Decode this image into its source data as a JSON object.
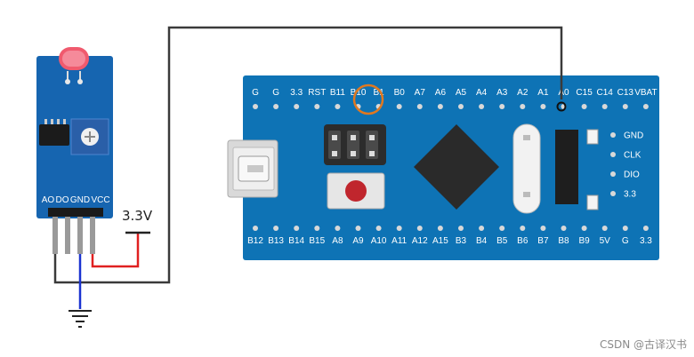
{
  "sensor_module": {
    "pin_labels": [
      "AO",
      "DO",
      "GND",
      "VCC"
    ]
  },
  "supply_label": "3.3V",
  "board": {
    "top_pins": [
      "G",
      "G",
      "3.3",
      "RST",
      "B11",
      "B10",
      "B1",
      "B0",
      "A7",
      "A6",
      "A5",
      "A4",
      "A3",
      "A2",
      "A1",
      "A0",
      "C15",
      "C14",
      "C13",
      "VBAT"
    ],
    "bottom_pins": [
      "B12",
      "B13",
      "B14",
      "B15",
      "A8",
      "A9",
      "A10",
      "A11",
      "A12",
      "A15",
      "B3",
      "B4",
      "B5",
      "B6",
      "B7",
      "B8",
      "B9",
      "5V",
      "G",
      "3.3"
    ],
    "debug_pins": [
      "GND",
      "CLK",
      "DIO",
      "3.3"
    ]
  },
  "colors": {
    "board": "#0e73b5",
    "sensor_board": "#1665b0",
    "wire_signal": "#3a3a3a",
    "wire_vcc": "#e02020",
    "wire_gnd": "#1a33d0",
    "highlight_ring": "#e07820"
  },
  "watermark": "CSDN @古译汉书"
}
